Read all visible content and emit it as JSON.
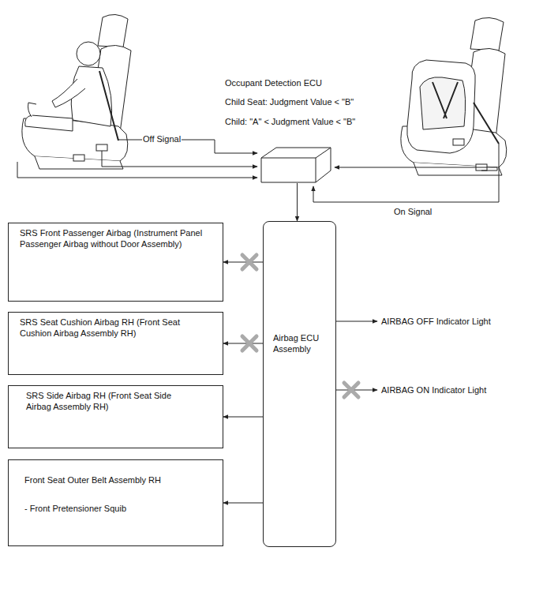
{
  "diagram": {
    "nodes": [
      {
        "text": [
          "Occupant Detection ECU",
          "Child Seat: Judgment Value < \"B\"",
          "Child: \"A\" < Judgment Value < \"B\""
        ]
      },
      {
        "text": [
          "Airbag ECU Assembly"
        ]
      },
      {
        "text": [
          "SRS Front Passenger Airbag (Instrument Panel Passenger Airbag without Door Assembly)"
        ]
      },
      {
        "text": [
          "SRS Seat Cushion Airbag RH (Front Seat Cushion Airbag Assembly RH)"
        ]
      },
      {
        "text": [
          "SRS Side Airbag RH (Front Seat Side Airbag Assembly RH)"
        ]
      },
      {
        "text": [
          "Front Seat Outer Belt Assembly RH",
          "- Front Pretensioner Squib"
        ]
      }
    ],
    "edges": [
      {
        "from": 0,
        "to": 1,
        "arrow": "to"
      },
      {
        "from": 1,
        "to": 2,
        "arrow": "to"
      },
      {
        "from": 1,
        "to": 3,
        "arrow": "to"
      },
      {
        "from": 1,
        "to": 4,
        "arrow": "to"
      },
      {
        "from": 1,
        "to": 5,
        "arrow": "to"
      }
    ],
    "labels": [
      "Off Signal",
      "On Signal",
      "AIRBAG OFF Indicator Light",
      "AIRBAG ON Indicator Light"
    ]
  }
}
